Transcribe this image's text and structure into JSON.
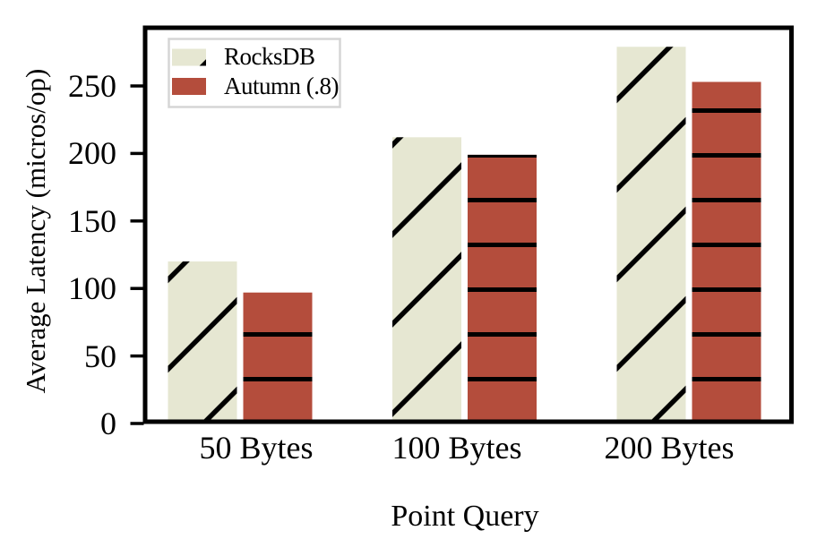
{
  "figure": {
    "background": "#ffffff"
  },
  "chart_data": {
    "type": "bar",
    "title": "",
    "xlabel": "Point Query",
    "ylabel": "Average Latency (micros/op)",
    "categories": [
      "50 Bytes",
      "100 Bytes",
      "200 Bytes"
    ],
    "series": [
      {
        "name": "RocksDB",
        "color": "#e6e7d2",
        "hatch": "/",
        "values": [
          120,
          212,
          279
        ]
      },
      {
        "name": "Autumn (.8)",
        "color": "#b44d3c",
        "hatch": "-",
        "values": [
          97,
          199,
          253
        ]
      }
    ],
    "yticks": [
      0,
      50,
      100,
      150,
      200,
      250
    ],
    "ylim": [
      0,
      295
    ],
    "grid": false,
    "legend": {
      "position": "upper left",
      "border_color": "#d5d5d5",
      "background": "#ffffff"
    },
    "hatch_color": "#000000",
    "axis_color": "#000000",
    "text_color": "#000000"
  }
}
